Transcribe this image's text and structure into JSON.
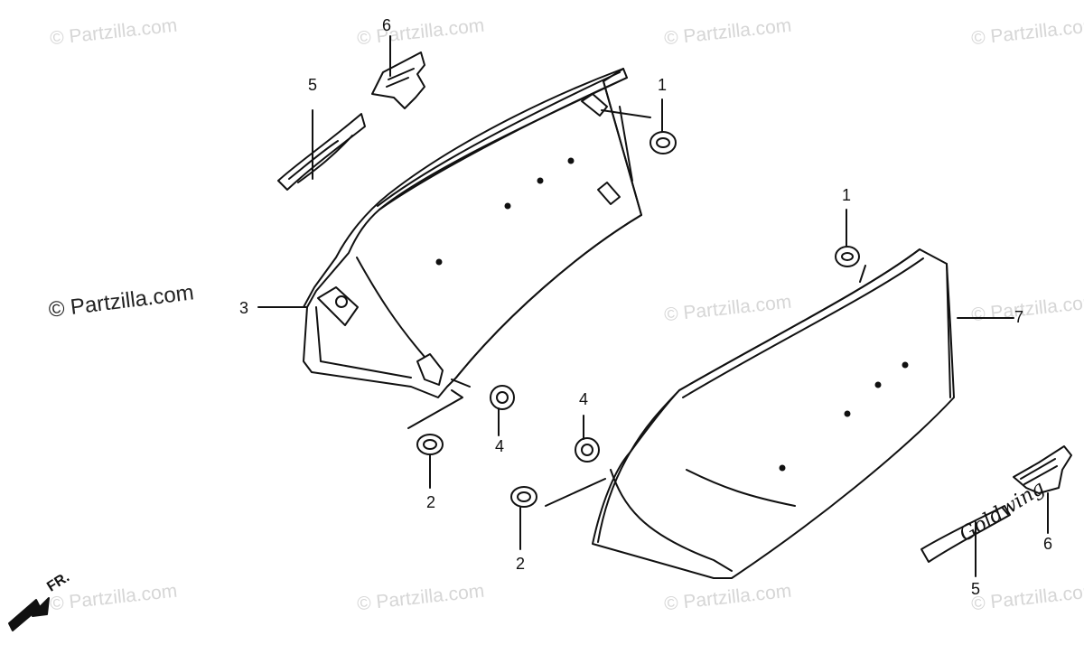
{
  "watermark_text": "© Partzilla.com",
  "copyright_text": "© Partzilla.com",
  "direction_label": "FR.",
  "emblem_script": "Goldwing",
  "callouts": {
    "c1_upper": "1",
    "c1_lower": "1",
    "c2_left": "2",
    "c2_right": "2",
    "c3": "3",
    "c4_left": "4",
    "c4_right": "4",
    "c5_left": "5",
    "c5_right": "5",
    "c6_left": "6",
    "c6_right": "6",
    "c7": "7"
  }
}
